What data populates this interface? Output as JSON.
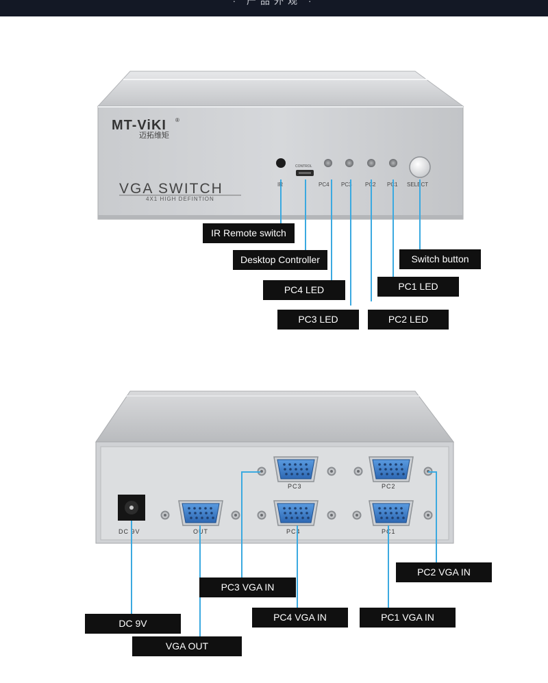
{
  "header": {
    "text": "· 产品外观 ·"
  },
  "front_panel": {
    "brand": "MT-ViKI",
    "brand_mark": "®",
    "brand_chinese": "迈拓维矩",
    "product_name": "VGA SWITCH",
    "product_subtitle": "4X1 HIGH DEFINTION",
    "ir_label": "IR",
    "control_label": "CONTROL",
    "led_labels": [
      "PC4",
      "PC3",
      "PC2",
      "PC1"
    ],
    "select_label": "SELECT"
  },
  "front_callouts": {
    "ir_remote": "IR Remote switch",
    "desktop_controller": "Desktop Controller",
    "pc4_led": "PC4 LED",
    "pc3_led": "PC3 LED",
    "pc2_led": "PC2 LED",
    "pc1_led": "PC1 LED",
    "switch_button": "Switch button"
  },
  "back_panel": {
    "dc_label": "DC 9V",
    "out_label": "OUT",
    "port_labels": {
      "pc1": "PC1",
      "pc2": "PC2",
      "pc3": "PC3",
      "pc4": "PC4"
    }
  },
  "back_callouts": {
    "dc_9v": "DC 9V",
    "vga_out": "VGA OUT",
    "pc3_vga_in": "PC3 VGA IN",
    "pc4_vga_in": "PC4 VGA IN",
    "pc1_vga_in": "PC1 VGA IN",
    "pc2_vga_in": "PC2 VGA IN"
  },
  "colors": {
    "label_bg": "#101010",
    "leader_line": "#3aa9e0",
    "chassis": "#c8cacd",
    "vga_port": "#3d7ec9",
    "header_bar": "#131825"
  }
}
